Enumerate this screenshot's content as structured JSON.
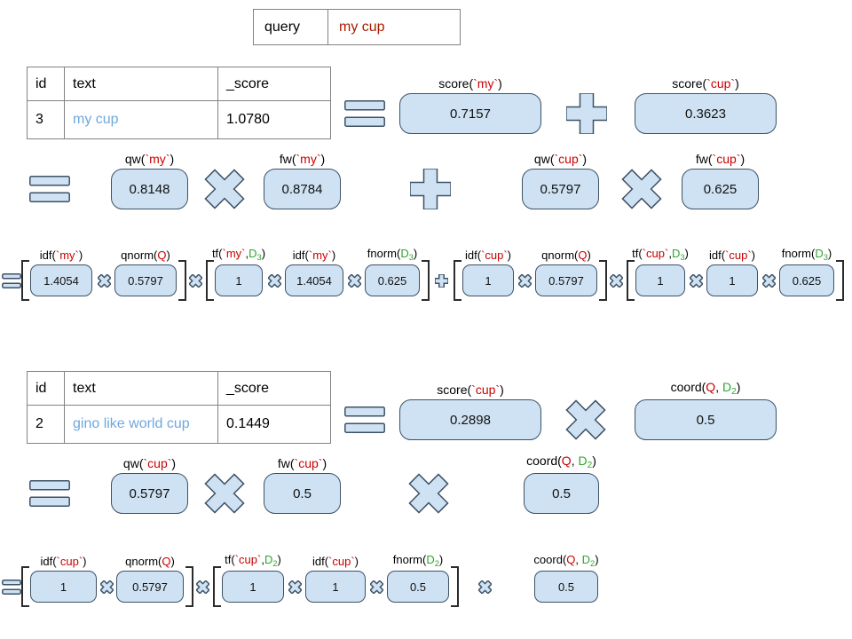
{
  "colors": {
    "box_fill": "#cfe2f3",
    "box_border": "#3d5166",
    "table_border": "#828282",
    "term_red": "#cc0000",
    "green": "#2ea62e",
    "doc_blue": "#6fa8dc",
    "query_red": "#a61c00"
  },
  "query": {
    "label": "query",
    "value": "my cup"
  },
  "tables": {
    "doc1": {
      "headers": [
        "id",
        "text",
        "_score"
      ],
      "row": [
        "3",
        "my cup",
        "1.0780"
      ]
    },
    "doc2": {
      "headers": [
        "id",
        "text",
        "_score"
      ],
      "row": [
        "2",
        "gino like world cup",
        "0.1449"
      ]
    }
  },
  "rows": {
    "d1a": [
      {
        "k": "op",
        "op": "eq",
        "sz": "lg",
        "ml": 0
      },
      {
        "k": "box",
        "sz": "lg",
        "ml": 16,
        "v": "0.7157",
        "label": [
          {
            "t": "score(",
            "c": "p"
          },
          {
            "t": "`my`",
            "c": "r"
          },
          {
            "t": ")",
            "c": "p"
          }
        ]
      },
      {
        "k": "op",
        "op": "plus",
        "sz": "lg",
        "ml": 28
      },
      {
        "k": "box",
        "sz": "lg",
        "ml": 31,
        "v": "0.3623",
        "label": [
          {
            "t": "score(",
            "c": "p"
          },
          {
            "t": "`cup`",
            "c": "r"
          },
          {
            "t": ")",
            "c": "p"
          }
        ]
      }
    ],
    "d1b": [
      {
        "k": "op",
        "op": "eq",
        "sz": "lg",
        "ml": 0
      },
      {
        "k": "box",
        "sz": "md",
        "ml": 46,
        "v": "0.8148",
        "label": [
          {
            "t": "qw(",
            "c": "p"
          },
          {
            "t": "`my`",
            "c": "r"
          },
          {
            "t": ")",
            "c": "p"
          }
        ]
      },
      {
        "k": "op",
        "op": "times",
        "sz": "lg",
        "ml": 18
      },
      {
        "k": "box",
        "sz": "md",
        "ml": 21,
        "v": "0.8784",
        "label": [
          {
            "t": "fw(",
            "c": "p"
          },
          {
            "t": "`my`",
            "c": "r"
          },
          {
            "t": ")",
            "c": "p"
          }
        ]
      },
      {
        "k": "op",
        "op": "plus",
        "sz": "lg",
        "ml": 78
      },
      {
        "k": "box",
        "sz": "md",
        "ml": 80,
        "v": "0.5797",
        "label": [
          {
            "t": "qw(",
            "c": "p"
          },
          {
            "t": "`cup`",
            "c": "r"
          },
          {
            "t": ")",
            "c": "p"
          }
        ]
      },
      {
        "k": "op",
        "op": "times",
        "sz": "lg",
        "ml": 25
      },
      {
        "k": "box",
        "sz": "md",
        "ml": 22,
        "v": "0.625",
        "label": [
          {
            "t": "fw(",
            "c": "p"
          },
          {
            "t": "`cup`",
            "c": "r"
          },
          {
            "t": ")",
            "c": "p"
          }
        ]
      }
    ],
    "d1c": [
      {
        "k": "op",
        "op": "eq",
        "sz": "sm",
        "ml": 0
      },
      {
        "k": "br",
        "side": "l",
        "ml": 0
      },
      {
        "k": "box",
        "sz": "sm",
        "w": 70,
        "ml": 1,
        "v": "1.4054",
        "label": [
          {
            "t": "idf(",
            "c": "p"
          },
          {
            "t": "`my`",
            "c": "r"
          },
          {
            "t": ")",
            "c": "p"
          }
        ]
      },
      {
        "k": "op",
        "op": "times",
        "sz": "sm",
        "ml": 6
      },
      {
        "k": "box",
        "sz": "sm",
        "w": 70,
        "ml": 4,
        "v": "0.5797",
        "label": [
          {
            "t": "qnorm(",
            "c": "p"
          },
          {
            "t": "Q",
            "c": "r"
          },
          {
            "t": ")",
            "c": "p"
          }
        ]
      },
      {
        "k": "br",
        "side": "r",
        "ml": 2
      },
      {
        "k": "op",
        "op": "times",
        "sz": "sm",
        "ml": 3
      },
      {
        "k": "br",
        "side": "l",
        "ml": 4
      },
      {
        "k": "box",
        "sz": "sm",
        "w": 54,
        "ml": 1,
        "v": "1",
        "label": [
          {
            "t": "tf(",
            "c": "p"
          },
          {
            "t": "`my`",
            "c": "r"
          },
          {
            "t": ",",
            "c": "p"
          },
          {
            "t": "D",
            "c": "g"
          },
          {
            "t": "3",
            "c": "gs"
          },
          {
            "t": ")",
            "c": "p"
          }
        ]
      },
      {
        "k": "op",
        "op": "times",
        "sz": "sm",
        "ml": 6
      },
      {
        "k": "box",
        "sz": "sm",
        "w": 66,
        "ml": 4,
        "v": "1.4054",
        "label": [
          {
            "t": "idf(",
            "c": "p"
          },
          {
            "t": "`my`",
            "c": "r"
          },
          {
            "t": ")",
            "c": "p"
          }
        ]
      },
      {
        "k": "op",
        "op": "times",
        "sz": "sm",
        "ml": 5
      },
      {
        "k": "box",
        "sz": "sm",
        "w": 62,
        "ml": 4,
        "v": "0.625",
        "label": [
          {
            "t": "fnorm(",
            "c": "p"
          },
          {
            "t": "D",
            "c": "g"
          },
          {
            "t": "3",
            "c": "gs"
          },
          {
            "t": ")",
            "c": "p"
          }
        ]
      },
      {
        "k": "br",
        "side": "r",
        "ml": 2
      },
      {
        "k": "op",
        "op": "plus",
        "sz": "sm",
        "ml": 6
      },
      {
        "k": "br",
        "side": "l",
        "ml": 6
      },
      {
        "k": "box",
        "sz": "sm",
        "w": 58,
        "ml": 1,
        "v": "1",
        "label": [
          {
            "t": "idf(",
            "c": "p"
          },
          {
            "t": "`cup`",
            "c": "r"
          },
          {
            "t": ")",
            "c": "p"
          }
        ]
      },
      {
        "k": "op",
        "op": "times",
        "sz": "sm",
        "ml": 5
      },
      {
        "k": "box",
        "sz": "sm",
        "w": 70,
        "ml": 4,
        "v": "0.5797",
        "label": [
          {
            "t": "qnorm(",
            "c": "p"
          },
          {
            "t": "Q",
            "c": "r"
          },
          {
            "t": ")",
            "c": "p"
          }
        ]
      },
      {
        "k": "br",
        "side": "r",
        "ml": 2
      },
      {
        "k": "op",
        "op": "times",
        "sz": "sm",
        "ml": 3
      },
      {
        "k": "br",
        "side": "l",
        "ml": 4
      },
      {
        "k": "box",
        "sz": "sm",
        "w": 56,
        "ml": 1,
        "v": "1",
        "label": [
          {
            "t": "tf(",
            "c": "p"
          },
          {
            "t": "`cup`",
            "c": "r"
          },
          {
            "t": ",",
            "c": "p"
          },
          {
            "t": "D",
            "c": "g"
          },
          {
            "t": "3",
            "c": "gs"
          },
          {
            "t": ")",
            "c": "p"
          }
        ]
      },
      {
        "k": "op",
        "op": "times",
        "sz": "sm",
        "ml": 5
      },
      {
        "k": "box",
        "sz": "sm",
        "w": 58,
        "ml": 4,
        "v": "1",
        "label": [
          {
            "t": "idf(",
            "c": "p"
          },
          {
            "t": "`cup`",
            "c": "r"
          },
          {
            "t": ")",
            "c": "p"
          }
        ]
      },
      {
        "k": "op",
        "op": "times",
        "sz": "sm",
        "ml": 5
      },
      {
        "k": "box",
        "sz": "sm",
        "w": 62,
        "ml": 4,
        "v": "0.625",
        "label": [
          {
            "t": "fnorm(",
            "c": "p"
          },
          {
            "t": "D",
            "c": "g"
          },
          {
            "t": "3",
            "c": "gs"
          },
          {
            "t": ")",
            "c": "p"
          }
        ]
      },
      {
        "k": "br",
        "side": "r",
        "ml": 2
      }
    ],
    "d2a": [
      {
        "k": "op",
        "op": "eq",
        "sz": "lg",
        "ml": 0
      },
      {
        "k": "box",
        "sz": "lg",
        "ml": 16,
        "v": "0.2898",
        "label": [
          {
            "t": "score(",
            "c": "p"
          },
          {
            "t": "`cup`",
            "c": "r"
          },
          {
            "t": ")",
            "c": "p"
          }
        ]
      },
      {
        "k": "op",
        "op": "times",
        "sz": "lg",
        "ml": 27
      },
      {
        "k": "box",
        "sz": "lg",
        "ml": 32,
        "v": "0.5",
        "label": [
          {
            "t": "coord(",
            "c": "p"
          },
          {
            "t": "Q",
            "c": "r"
          },
          {
            "t": ", ",
            "c": "p"
          },
          {
            "t": "D",
            "c": "g"
          },
          {
            "t": "2",
            "c": "gs"
          },
          {
            "t": ")",
            "c": "p"
          }
        ]
      }
    ],
    "d2b": [
      {
        "k": "op",
        "op": "eq",
        "sz": "lg",
        "ml": 0
      },
      {
        "k": "box",
        "sz": "md",
        "ml": 46,
        "v": "0.5797",
        "label": [
          {
            "t": "qw(",
            "c": "p"
          },
          {
            "t": "`cup`",
            "c": "r"
          },
          {
            "t": ")",
            "c": "p"
          }
        ]
      },
      {
        "k": "op",
        "op": "times",
        "sz": "lg",
        "ml": 18
      },
      {
        "k": "box",
        "sz": "md",
        "ml": 21,
        "v": "0.5",
        "label": [
          {
            "t": "fw(",
            "c": "p"
          },
          {
            "t": "`cup`",
            "c": "r"
          },
          {
            "t": ")",
            "c": "p"
          }
        ]
      },
      {
        "k": "op",
        "op": "times",
        "sz": "lg",
        "ml": 76
      },
      {
        "k": "box",
        "sz": "md",
        "w": 85,
        "ml": 84,
        "v": "0.5",
        "label": [
          {
            "t": "coord(",
            "c": "p"
          },
          {
            "t": "Q",
            "c": "r"
          },
          {
            "t": ", ",
            "c": "p"
          },
          {
            "t": "D",
            "c": "g"
          },
          {
            "t": "2",
            "c": "gs"
          },
          {
            "t": ")",
            "c": "p"
          }
        ]
      }
    ],
    "d2c": [
      {
        "k": "op",
        "op": "eq",
        "sz": "sm",
        "ml": 0
      },
      {
        "k": "br",
        "side": "l",
        "ml": 0
      },
      {
        "k": "box",
        "sz": "sm",
        "w": 75,
        "ml": 1,
        "v": "1",
        "label": [
          {
            "t": "idf(",
            "c": "p"
          },
          {
            "t": "`cup`",
            "c": "r"
          },
          {
            "t": ")",
            "c": "p"
          }
        ]
      },
      {
        "k": "op",
        "op": "times",
        "sz": "sm",
        "ml": 4
      },
      {
        "k": "box",
        "sz": "sm",
        "w": 76,
        "ml": 3,
        "v": "0.5797",
        "label": [
          {
            "t": "qnorm(",
            "c": "p"
          },
          {
            "t": "Q",
            "c": "r"
          },
          {
            "t": ")",
            "c": "p"
          }
        ]
      },
      {
        "k": "br",
        "side": "r",
        "ml": 2
      },
      {
        "k": "op",
        "op": "times",
        "sz": "sm",
        "ml": 3
      },
      {
        "k": "br",
        "side": "l",
        "ml": 4
      },
      {
        "k": "box",
        "sz": "sm",
        "w": 70,
        "ml": 1,
        "v": "1",
        "label": [
          {
            "t": "tf(",
            "c": "p"
          },
          {
            "t": "`cup`",
            "c": "r"
          },
          {
            "t": ",",
            "c": "p"
          },
          {
            "t": "D",
            "c": "g"
          },
          {
            "t": "2",
            "c": "gs"
          },
          {
            "t": ")",
            "c": "p"
          }
        ]
      },
      {
        "k": "op",
        "op": "times",
        "sz": "sm",
        "ml": 5
      },
      {
        "k": "box",
        "sz": "sm",
        "w": 68,
        "ml": 4,
        "v": "1",
        "label": [
          {
            "t": "idf(",
            "c": "p"
          },
          {
            "t": "`cup`",
            "c": "r"
          },
          {
            "t": ")",
            "c": "p"
          }
        ]
      },
      {
        "k": "op",
        "op": "times",
        "sz": "sm",
        "ml": 5
      },
      {
        "k": "box",
        "sz": "sm",
        "w": 70,
        "ml": 4,
        "v": "0.5",
        "label": [
          {
            "t": "fnorm(",
            "c": "p"
          },
          {
            "t": "D",
            "c": "g"
          },
          {
            "t": "2",
            "c": "gs"
          },
          {
            "t": ")",
            "c": "p"
          }
        ]
      },
      {
        "k": "br",
        "side": "r",
        "ml": 2
      },
      {
        "k": "op",
        "op": "times",
        "sz": "sm",
        "ml": 22
      },
      {
        "k": "box",
        "sz": "sm",
        "w": 72,
        "ml": 48,
        "v": "0.5",
        "label": [
          {
            "t": "coord(",
            "c": "p"
          },
          {
            "t": "Q",
            "c": "r"
          },
          {
            "t": ", ",
            "c": "p"
          },
          {
            "t": "D",
            "c": "g"
          },
          {
            "t": "2",
            "c": "gs"
          },
          {
            "t": ")",
            "c": "p"
          }
        ]
      }
    ]
  }
}
